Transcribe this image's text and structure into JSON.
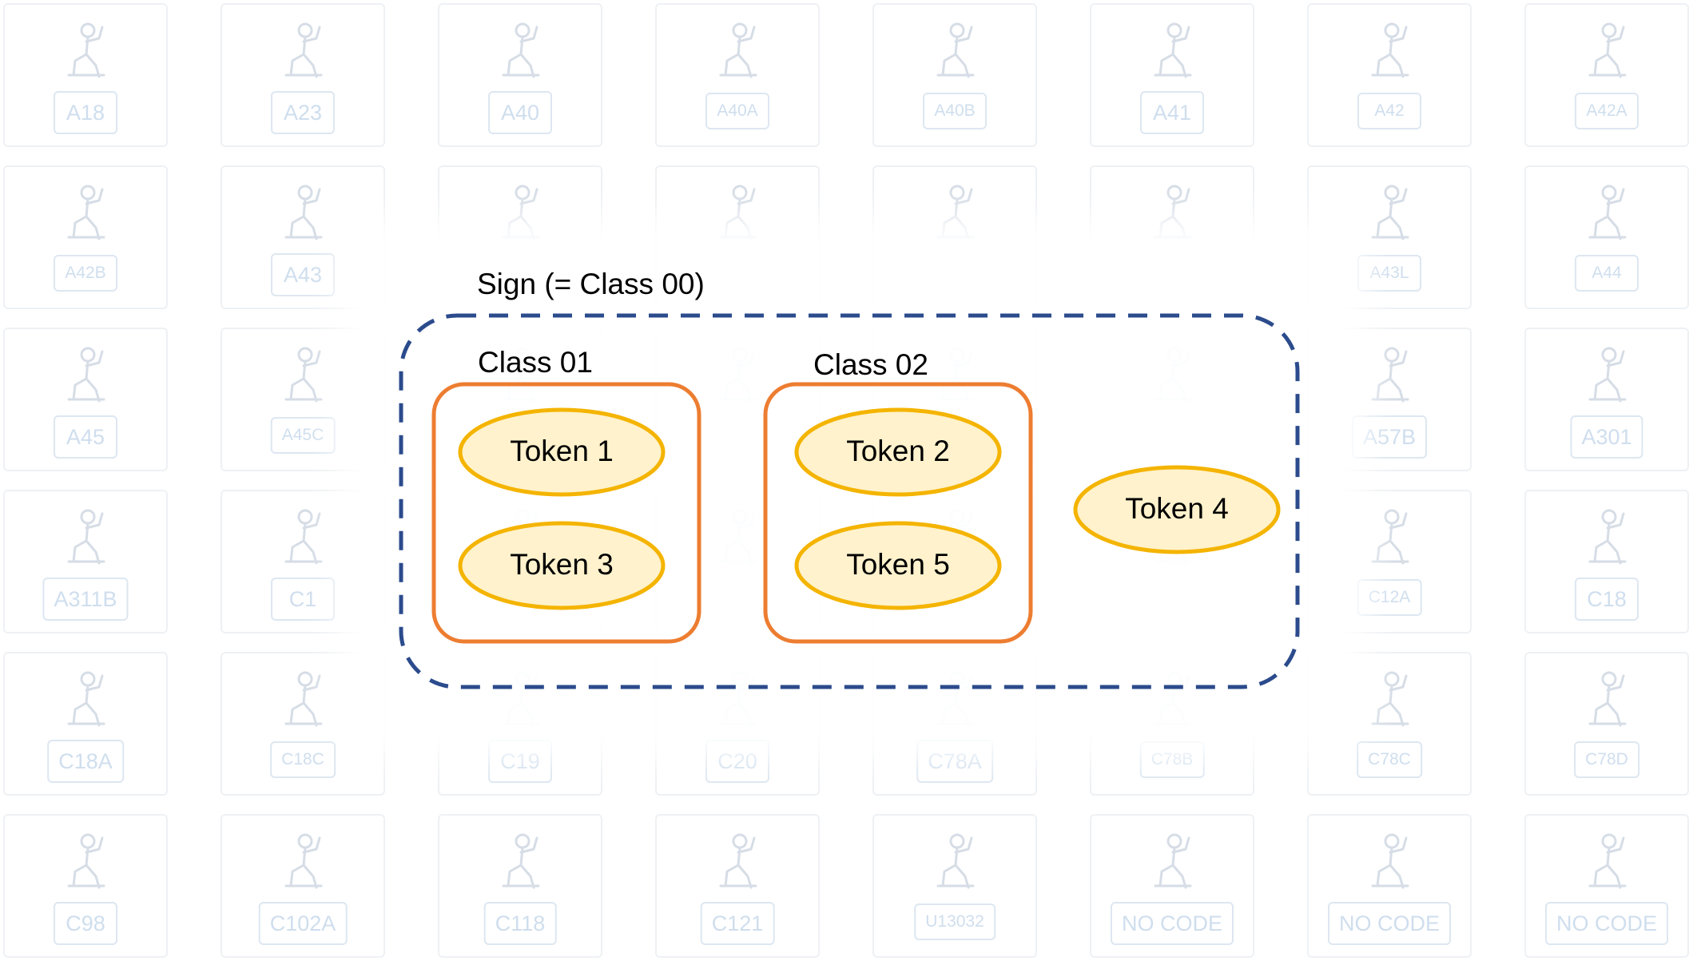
{
  "background": {
    "rows": [
      [
        "A18",
        "A23",
        "A40",
        "A40A",
        "A40B",
        "A41",
        "A42",
        "A42A"
      ],
      [
        "A42B",
        "A43",
        "",
        "",
        "",
        "",
        "A43L",
        "A44"
      ],
      [
        "A45",
        "A45C",
        "",
        "",
        "",
        "",
        "A57B",
        "A301"
      ],
      [
        "A311B",
        "C1",
        "",
        "",
        "",
        "",
        "C12A",
        "C18"
      ],
      [
        "C18A",
        "C18C",
        "C19",
        "C20",
        "C78A",
        "C78B",
        "C78C",
        "C78D"
      ],
      [
        "C98",
        "C102A",
        "C118",
        "C121",
        "U13032",
        "NO CODE",
        "NO CODE",
        "NO CODE"
      ]
    ]
  },
  "diagram": {
    "sign_label": "Sign (= Class 00)",
    "classes": [
      {
        "label": "Class 01",
        "tokens": [
          "Token 1",
          "Token 3"
        ]
      },
      {
        "label": "Class 02",
        "tokens": [
          "Token 2",
          "Token 5"
        ]
      }
    ],
    "free_token": "Token 4"
  },
  "colors": {
    "sign_border": "#2b4b8c",
    "class_border": "#ed7d31",
    "token_border": "#f4b400",
    "token_fill": "#fff2cc"
  }
}
